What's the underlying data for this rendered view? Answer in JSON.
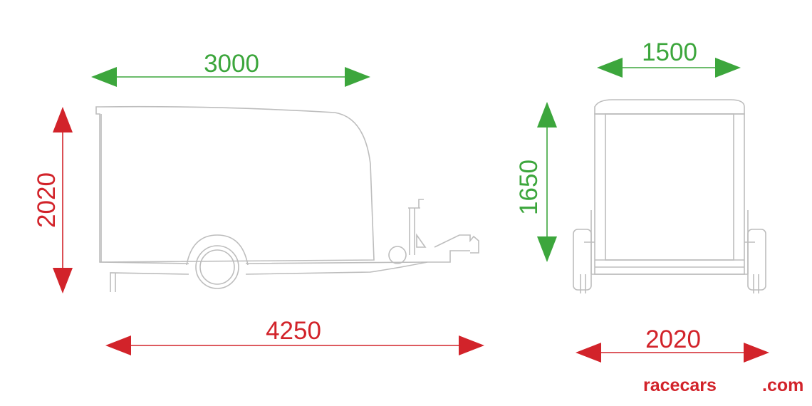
{
  "colors": {
    "green": "#3ca63c",
    "red": "#d2232a",
    "outline": "#bdbdbd"
  },
  "side_view": {
    "length_body": "3000",
    "height": "2020",
    "length_total": "4250"
  },
  "front_view": {
    "width_body": "1500",
    "height_body": "1650",
    "width_total": "2020"
  },
  "watermark": {
    "left": "racecars",
    "right": ".com"
  }
}
